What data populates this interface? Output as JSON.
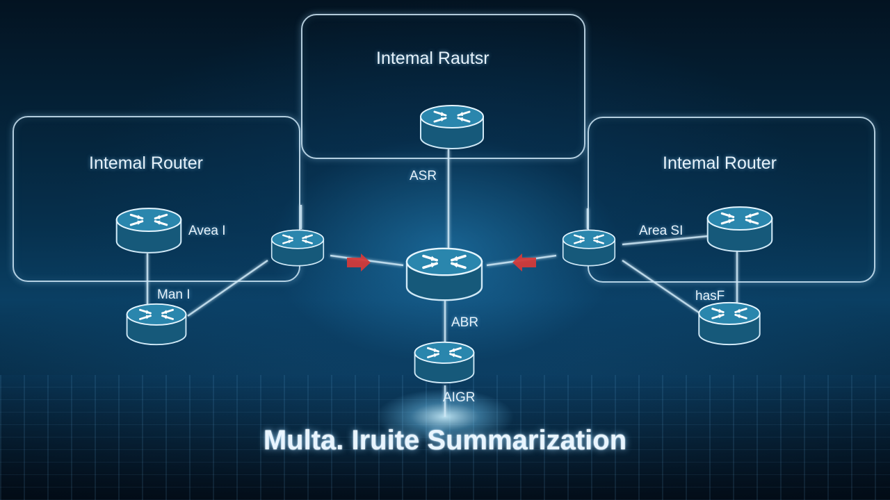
{
  "areas": {
    "top_title": "Intemal Rautsr",
    "left_title": "Intemal Router",
    "right_title": "Intemal Router"
  },
  "labels": {
    "asr": "ASR",
    "area_left": "Avea I",
    "man_left": "Man I",
    "area_right": "Area SI",
    "hasf_right": "hasF",
    "abr": "ABR",
    "aigr": "AIGR"
  },
  "title": "Multa. Iruite Summarization",
  "colors": {
    "frame": "#d2ebfa",
    "router_body": "#1d6a8c",
    "router_top": "#2a86ad",
    "arrow_red": "#d23a3a",
    "link": "#cfe8f6"
  },
  "icons": {
    "router": "router-icon",
    "arrow": "arrow-icon"
  }
}
